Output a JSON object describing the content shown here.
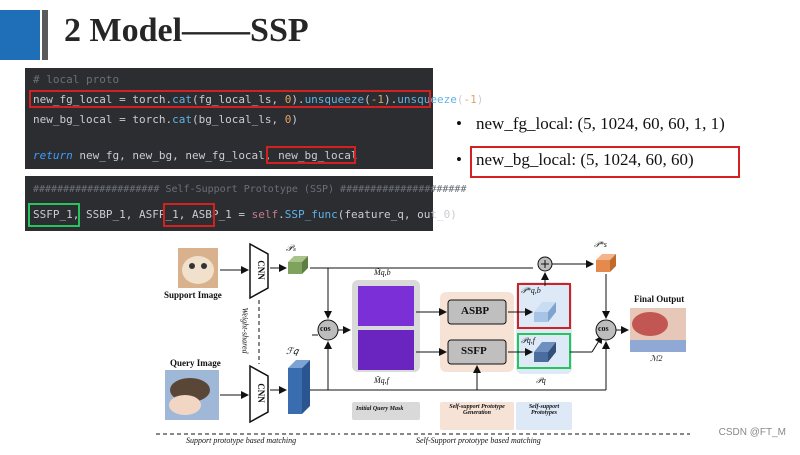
{
  "title": "2 Model——SSP",
  "code1": {
    "line1": "# local proto",
    "line2_var": "new_fg_local",
    "line2_rest_a": " = torch.",
    "line2_fn": "cat",
    "line2_rest_b": "(fg_local_ls, ",
    "line2_num0": "0",
    "line2_rest_c": ").",
    "line2_fn2": "unsqueeze",
    "line2_rest_d": "(",
    "line2_num1": "-1",
    "line2_rest_e": ").",
    "line2_fn3": "unsqueeze",
    "line2_rest_f": "(",
    "line2_num2": "-1",
    "line2_rest_g": ")",
    "line3_var": "new_bg_local",
    "line3_rest_a": " = torch.",
    "line3_fn": "cat",
    "line3_rest_b": "(bg_local_ls, ",
    "line3_num": "0",
    "line3_rest_c": ")",
    "line4_kw": "return",
    "line4_rest": " new_fg, new_bg, new_fg_local, ",
    "line4_box": "new_bg_local"
  },
  "code2": {
    "line1": "##################### Self-Support Prototype (SSP) #####################",
    "ssfp": "SSFP_1",
    "mid": ", SSBP_1, ASFP_1, ",
    "asbp": "ASBP_1",
    "eq": " = ",
    "self": "self",
    "dot": ".",
    "fn": "SSP_func",
    "args": "(feature_q, out_0)"
  },
  "bullets": {
    "b1": "new_fg_local: (5, 1024, 60, 60, 1, 1)",
    "b2": "new_bg_local: (5, 1024, 60, 60)",
    "dot": "•"
  },
  "diagram": {
    "support_image": "Support Image",
    "query_image": "Query Image",
    "cnn": "CNN",
    "weight_shared": "Weight-shared",
    "ps": "𝒫ₛ",
    "fq": "ℱ𝑞",
    "cos": "cos",
    "mqb": "M̃q,b",
    "mqf": "M̃q,f",
    "asbp": "ASBP",
    "ssfp": "SSFP",
    "pqb": "𝒫*q,b",
    "pqf": "𝒫q,f",
    "pq": "𝒫q",
    "ps_star": "𝒫*s",
    "final_output": "Final Output",
    "m2": "ℳ2",
    "plus": "+",
    "legend1": "Initial Query Mask",
    "legend2": "Self-support Prototype Generation",
    "legend3": "Self-support Prototypes",
    "footer1": "Support prototype based matching",
    "footer2": "Self-Support prototype based matching"
  },
  "watermark": "CSDN @FT_M"
}
